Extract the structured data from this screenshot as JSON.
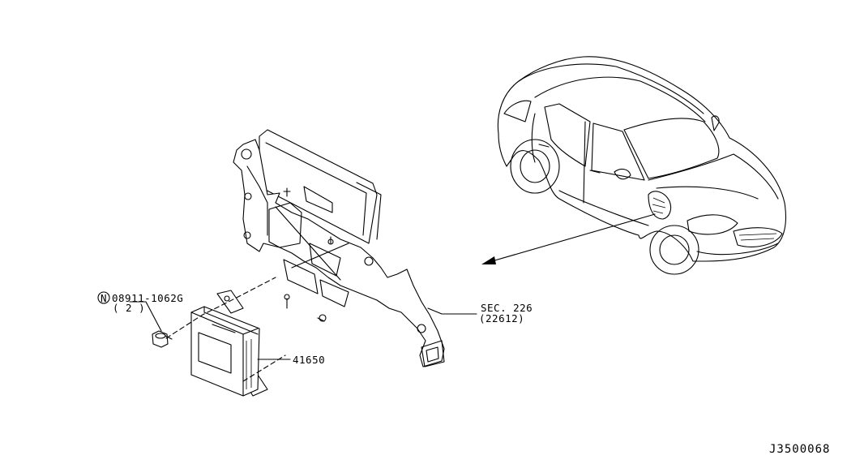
{
  "diagram": {
    "parts": [
      {
        "id": "nut",
        "label_prefix": "N",
        "label": "08911-1062G",
        "qty": "( 2 )"
      },
      {
        "id": "module",
        "label": "41650"
      },
      {
        "id": "bracket",
        "label": "SEC. 226",
        "ref": "(22612)"
      }
    ],
    "figure_code": "J3500068",
    "vehicle_icon": "suv-outline-icon"
  }
}
